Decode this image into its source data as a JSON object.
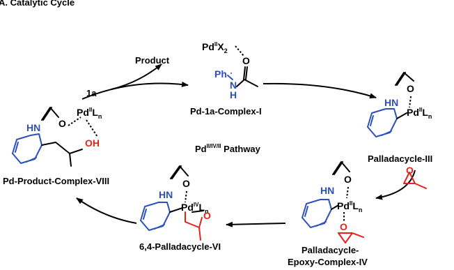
{
  "header": "A. Catalytic Cycle",
  "pathway": "Pdᴵᴵ/ᴵⱽ/ᴵᴵ Pathway",
  "pathway_main": "Pd",
  "pathway_sup": "II/IV/II",
  "pathway_rest": " Pathway",
  "labels": {
    "complex_i": "Pd-1a-Complex-I",
    "palladacycle_iii": "Palladacycle-III",
    "epoxy_iv_line1": "Palladacycle-",
    "epoxy_iv_line2": "Epoxy-Complex-IV",
    "palladacycle_vi": "6,4-Palladacycle-VI",
    "product_viii": "Pd-Product-Complex-VIII"
  },
  "arrow_labels": {
    "substrate": "1a",
    "product": "Product"
  },
  "atoms": {
    "pd": "Pd",
    "ox_ii": "II",
    "ox_iv": "IV",
    "ligand": "L",
    "ligand_sub": "n",
    "x": "X",
    "x_sub": "2",
    "o": "O",
    "oh": "OH",
    "hn": "HN",
    "h": "H",
    "n": "N",
    "ph": "Ph"
  }
}
